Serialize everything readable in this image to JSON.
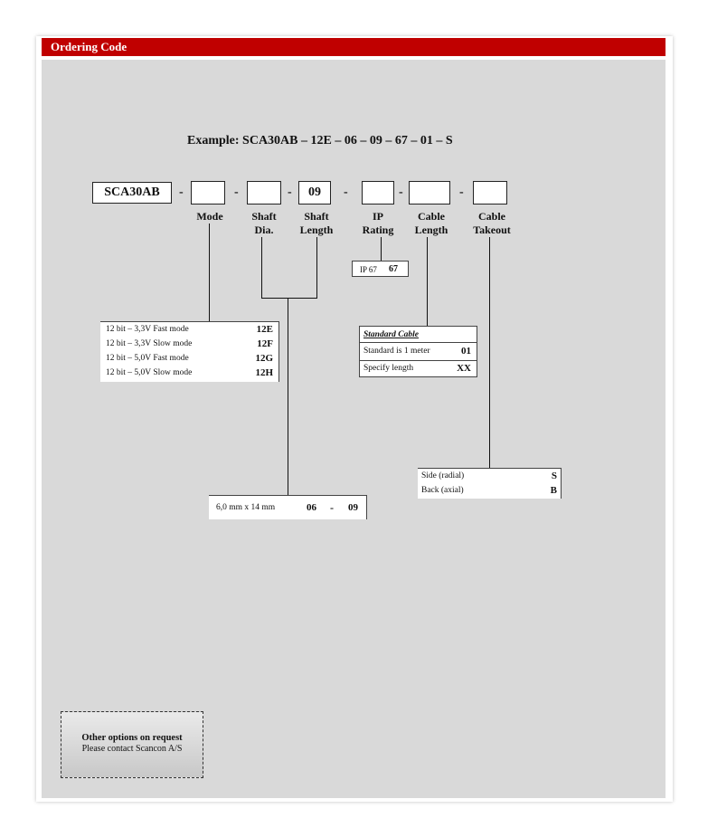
{
  "header": {
    "title": "Ordering Code"
  },
  "example": "Example:  SCA30AB – 12E – 06 – 09 – 67 – 01 – S",
  "code": {
    "prefix": "SCA30AB",
    "shaft_length_value": "09",
    "separator": "-"
  },
  "labels": {
    "mode": "Mode",
    "shaft_dia_1": "Shaft",
    "shaft_dia_2": "Dia.",
    "shaft_length_1": "Shaft",
    "shaft_length_2": "Length",
    "ip_1": "IP",
    "ip_2": "Rating",
    "cable_length_1": "Cable",
    "cable_length_2": "Length",
    "cable_takeout_1": "Cable",
    "cable_takeout_2": "Takeout"
  },
  "ip_option": {
    "text": "IP 67",
    "code": "67"
  },
  "mode_options": [
    {
      "text": "12 bit – 3,3V Fast mode",
      "code": "12E"
    },
    {
      "text": "12 bit – 3,3V Slow mode",
      "code": "12F"
    },
    {
      "text": "12 bit – 5,0V Fast mode",
      "code": "12G"
    },
    {
      "text": "12 bit – 5,0V Slow mode",
      "code": "12H"
    }
  ],
  "cable_length": {
    "title": "Standard Cable",
    "rows": [
      {
        "text": "Standard is 1 meter",
        "code": "01"
      },
      {
        "text": "Specify length",
        "code": "XX"
      }
    ]
  },
  "takeout_options": [
    {
      "text": "Side  (radial)",
      "code": "S"
    },
    {
      "text": "Back (axial)",
      "code": "B"
    }
  ],
  "shaft_option": {
    "text": "6,0 mm x 14 mm",
    "code1": "06",
    "sep": "-",
    "code2": "09"
  },
  "note": {
    "title": "Other options on request",
    "body": "Please contact Scancon A/S"
  }
}
